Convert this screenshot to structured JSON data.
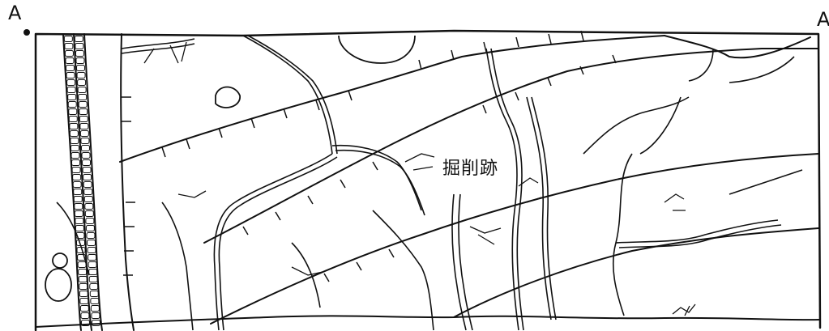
{
  "labels": {
    "point_left": "A",
    "point_right": "A",
    "annotation": "掘削跡"
  },
  "colors": {
    "ink": "#111111",
    "paper": "#ffffff"
  }
}
